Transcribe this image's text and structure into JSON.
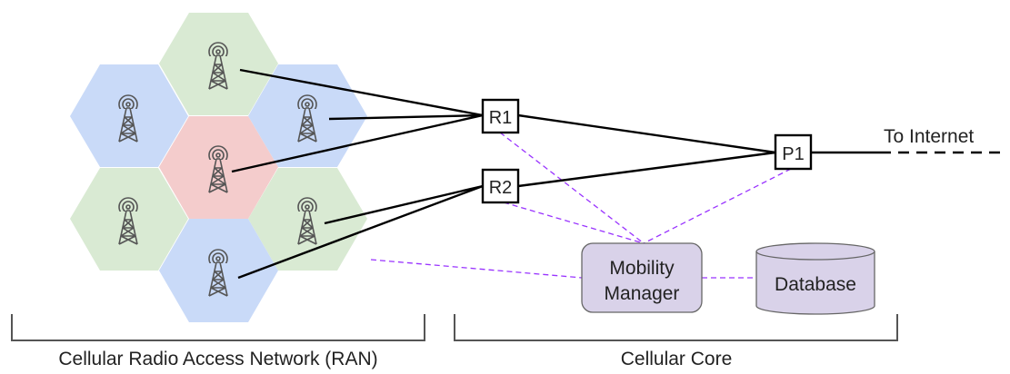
{
  "colors": {
    "cell_green": "#d9ead3",
    "cell_blue": "#c9daf8",
    "cell_red": "#f4cccc",
    "mm_fill": "#d9d2e9",
    "db_fill": "#d9d2e9",
    "signal_line": "#9933ff",
    "tower_stroke": "#555555",
    "link_line": "#000000",
    "bracket": "#555555"
  },
  "cells": [
    {
      "id": "top",
      "color": "green",
      "icon": "cell-tower-icon"
    },
    {
      "id": "upper-left",
      "color": "blue",
      "icon": "cell-tower-icon"
    },
    {
      "id": "upper-right",
      "color": "blue",
      "icon": "cell-tower-icon"
    },
    {
      "id": "center",
      "color": "red",
      "icon": "cell-tower-icon"
    },
    {
      "id": "lower-left",
      "color": "green",
      "icon": "cell-tower-icon"
    },
    {
      "id": "lower-right",
      "color": "green",
      "icon": "cell-tower-icon"
    },
    {
      "id": "bottom",
      "color": "blue",
      "icon": "cell-tower-icon"
    }
  ],
  "routers": {
    "r1": "R1",
    "r2": "R2",
    "p1": "P1"
  },
  "internet_label": "To Internet",
  "mobility_manager": {
    "line1": "Mobility",
    "line2": "Manager"
  },
  "database_label": "Database",
  "sections": {
    "ran": "Cellular Radio Access Network (RAN)",
    "core": "Cellular Core"
  }
}
